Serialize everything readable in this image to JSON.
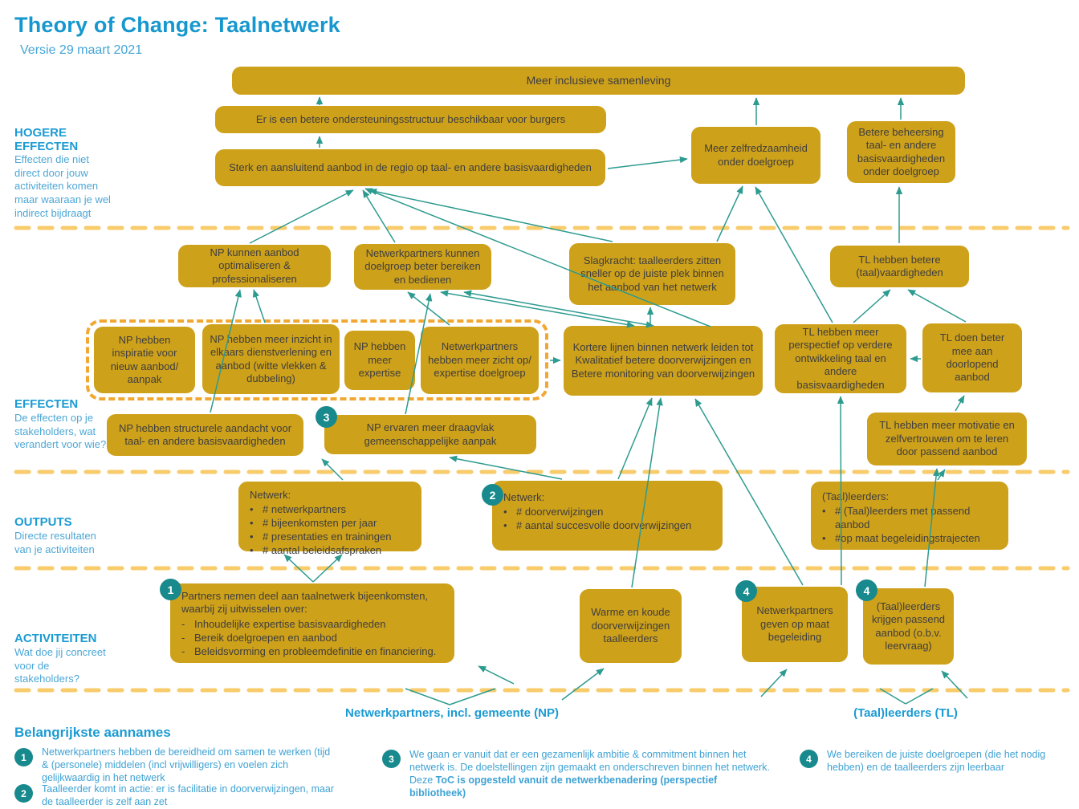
{
  "header": {
    "title": "Theory of Change: Taalnetwerk",
    "version": "Versie 29 maart 2021"
  },
  "bands": {
    "hogere_effecten": {
      "label": "HOGERE EFFECTEN",
      "description": "Effecten die niet direct door jouw activiteiten komen maar waaraan je wel indirect bijdraagt"
    },
    "effecten": {
      "label": "EFFECTEN",
      "description": "De effecten op je stakeholders, wat verandert voor wie?"
    },
    "outputs": {
      "label": "OUTPUTS",
      "description": "Directe resultaten van je activiteiten"
    },
    "activiteiten": {
      "label": "ACTIVITEITEN",
      "description": "Wat doe jij concreet voor de stakeholders?"
    }
  },
  "boxes": {
    "b1": {
      "text": "Meer inclusieve samenleving"
    },
    "b2": {
      "text": "Er is een betere ondersteuningsstructuur beschikbaar voor burgers"
    },
    "b3": {
      "text": "Sterk en aansluitend aanbod in de regio op taal- en andere basisvaardigheden"
    },
    "b4": {
      "text": "Meer zelfredzaamheid onder doelgroep"
    },
    "b5": {
      "text": "Betere beheersing taal- en andere basisvaardigheden onder doelgroep"
    },
    "b6": {
      "text": "NP kunnen aanbod optimaliseren & professionaliseren"
    },
    "b7": {
      "text": "Netwerkpartners kunnen doelgroep beter bereiken en bedienen"
    },
    "b8": {
      "text": "Slagkracht: taalleerders zitten sneller op de juiste plek binnen het aanbod van het netwerk"
    },
    "b9": {
      "text": "TL hebben betere (taal)vaardigheden"
    },
    "b10": {
      "text": "NP hebben inspiratie voor nieuw aanbod/ aanpak"
    },
    "b11": {
      "text": "NP hebben meer inzicht in elkaars dienstverlening en aanbod (witte vlekken & dubbeling)"
    },
    "b12": {
      "text": "NP hebben meer expertise"
    },
    "b13": {
      "text": "Netwerkpartners hebben meer zicht op/ expertise doelgroep"
    },
    "b14": {
      "text": "Kortere lijnen binnen netwerk leiden tot Kwalitatief betere doorverwijzingen en Betere monitoring van doorverwijzingen"
    },
    "b15": {
      "text": "TL hebben meer perspectief op verdere ontwikkeling taal en andere basisvaardigheden"
    },
    "b16": {
      "text": "TL doen beter mee aan doorlopend aanbod"
    },
    "b17": {
      "text": "NP hebben structurele aandacht voor taal- en andere basisvaardigheden"
    },
    "b18": {
      "text": "NP ervaren meer draagvlak gemeenschappelijke aanpak"
    },
    "b19": {
      "text": "TL hebben meer motivatie en zelfvertrouwen om te leren door passend aanbod"
    },
    "b20": {
      "title": "Netwerk:",
      "items": [
        "# netwerkpartners",
        "# bijeenkomsten per jaar",
        "# presentaties en trainingen",
        "# aantal beleidsafspraken"
      ]
    },
    "b21": {
      "title": "Netwerk:",
      "items": [
        "# doorverwijzingen",
        "# aantal succesvolle doorverwijzingen"
      ]
    },
    "b22": {
      "title": "(Taal)leerders:",
      "items": [
        "# (Taal)leerders met passend aanbod",
        "#op maat begeleidingstrajecten"
      ]
    },
    "b23": {
      "intro": "Partners nemen deel aan taalnetwerk bijeenkomsten, waarbij zij uitwisselen over:",
      "items": [
        "Inhoudelijke expertise basisvaardigheden",
        "Bereik doelgroepen en aanbod",
        "Beleidsvorming en probleemdefinitie en financiering."
      ]
    },
    "b24": {
      "text": "Warme en koude doorverwijzingen taalleerders"
    },
    "b25": {
      "text": "Netwerkpartners geven op maat begeleiding"
    },
    "b26": {
      "text": "(Taal)leerders krijgen passend aanbod (o.b.v. leervraag)"
    }
  },
  "badges": {
    "activiteit1": "1",
    "output2": "2",
    "effect3": "3",
    "activiteit4a": "4",
    "activiteit4b": "4"
  },
  "footer_groups": {
    "np": "Netwerkpartners, incl. gemeente (NP)",
    "tl": "(Taal)leerders (TL)"
  },
  "assumptions": {
    "heading": "Belangrijkste aannames",
    "items": [
      {
        "num": "1",
        "text": "Netwerkpartners hebben de bereidheid om samen te werken (tijd & (personele) middelen  (incl vrijwilligers) en voelen zich gelijkwaardig in het netwerk"
      },
      {
        "num": "2",
        "text": "Taalleerder komt in actie: er is facilitatie in doorverwijzingen, maar de taalleerder is zelf aan zet"
      },
      {
        "num": "3",
        "text": "We gaan er vanuit dat er een gezamenlijk ambitie & commitment binnen het netwerk is. De doelstellingen zijn gemaakt en onderschreven binnen het netwerk. Deze ",
        "text_bold": "ToC is opgesteld vanuit de netwerkbenadering (perspectief bibliotheek)"
      },
      {
        "num": "4",
        "text": "We bereiken de juiste doelgroepen (die het nodig hebben) en de taalleerders zijn leerbaar"
      }
    ]
  },
  "colors": {
    "box_fill": "#CEA11B",
    "arrow_teal": "#2D9B8F",
    "badge_teal": "#18898C",
    "heading_blue": "#1B9BD3",
    "separator_orange": "#F8CB6B",
    "group_border_orange": "#F1A832"
  }
}
